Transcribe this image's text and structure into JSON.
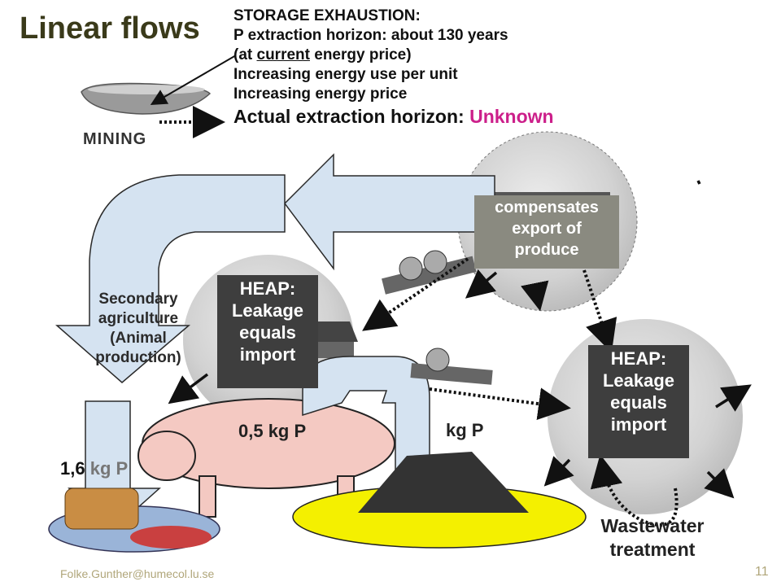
{
  "title": "Linear flows",
  "storage": {
    "heading": "STORAGE EXHAUSTION:",
    "line1": "P extraction horizon: about 130 years",
    "line2_open": "(at ",
    "line2_underlined": "current",
    "line2_close": " energy price)",
    "line3": "Increasing energy use per unit",
    "line4": "Increasing energy price",
    "line5_label": "Actual extraction horizon: ",
    "line5_value": "Unknown"
  },
  "labels": {
    "mining": "MINING",
    "secondary_1": "Secondary",
    "secondary_2": "agriculture",
    "secondary_3": "(Animal",
    "secondary_4": "production)",
    "compensates_1": "compensates",
    "compensates_2": "export of",
    "compensates_3": "produce",
    "heap_1": "HEAP:",
    "heap_2": "Leakage",
    "heap_3": "equals",
    "heap_4": "import",
    "kg05": "0,5 kg P",
    "kgp": "kg P",
    "kg16_a": "1,6",
    "kg16_b": " kg P",
    "wastewater_1": "Wastewater",
    "wastewater_2": "treatment"
  },
  "footer": {
    "email": "Folke.Gunther@humecol.lu.se",
    "page": "11"
  },
  "colors": {
    "title": "#3a3a1a",
    "highlight": "#cc1f8a",
    "arrow_fill": "#d5e3f1",
    "arrow_stroke": "#2a2a2a",
    "heap_box": "#3e3e3e",
    "compensates_box": "#8a8a80",
    "pond": "#f4f000"
  }
}
